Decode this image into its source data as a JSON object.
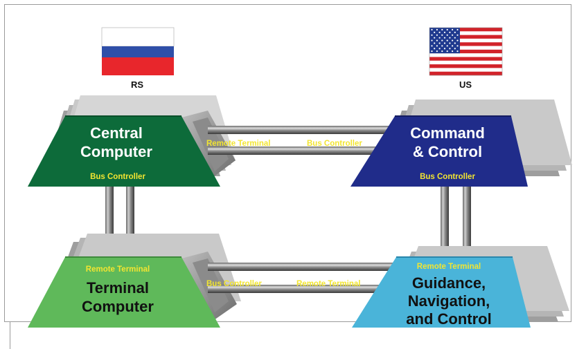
{
  "flags": {
    "left": {
      "code": "RS",
      "colors": [
        "#ffffff",
        "#2f4fa8",
        "#e8262c"
      ]
    },
    "right": {
      "code": "US",
      "stripe_red": "#d2232a",
      "canton_blue": "#1f3a8f"
    }
  },
  "nodes": {
    "central": {
      "title_lines": [
        "Central",
        "Computer"
      ],
      "role": "Bus Controller",
      "color": "#0d6b3a"
    },
    "command": {
      "title_lines": [
        "Command",
        "& Control"
      ],
      "role": "Bus Controller",
      "color": "#202c8a"
    },
    "terminal": {
      "title_lines": [
        "Terminal",
        "Computer"
      ],
      "role": "Remote Terminal",
      "color": "#5fb95a"
    },
    "gnc": {
      "title_lines": [
        "Guidance,",
        "Navigation,",
        "and Control"
      ],
      "role": "Remote Terminal",
      "color": "#4ab4d9"
    }
  },
  "links": {
    "top": {
      "left_label": "Remote Terminal",
      "right_label": "Bus Controller"
    },
    "bottom": {
      "left_label": "Bus Controller",
      "right_label": "Remote Terminal"
    }
  }
}
